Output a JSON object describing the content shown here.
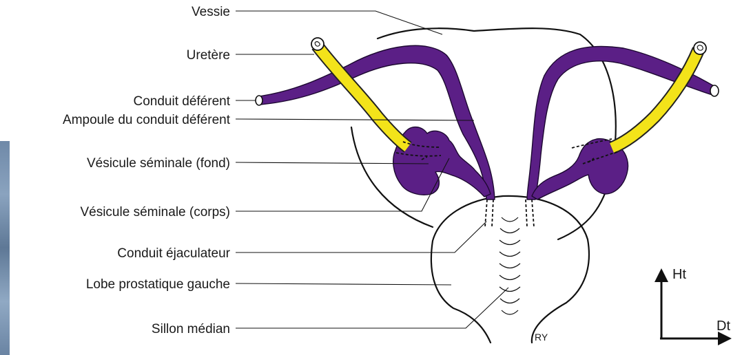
{
  "labels": {
    "vessie": "Vessie",
    "uretere": "Uretère",
    "conduit_deferent": "Conduit déférent",
    "ampoule": "Ampoule du conduit déférent",
    "vesicule_fond": "Vésicule séminale (fond)",
    "vesicule_corps": "Vésicule séminale (corps)",
    "conduit_ejaculateur": "Conduit éjaculateur",
    "lobe_prostatique": "Lobe prostatique gauche",
    "sillon_median": "Sillon médian"
  },
  "orientation": {
    "up": "Ht",
    "right": "Dt"
  },
  "author_initials": "RY",
  "colors": {
    "vas_deferens": "#5b1f86",
    "ureter": "#f3e31a",
    "outline": "#111111",
    "background": "#ffffff"
  }
}
